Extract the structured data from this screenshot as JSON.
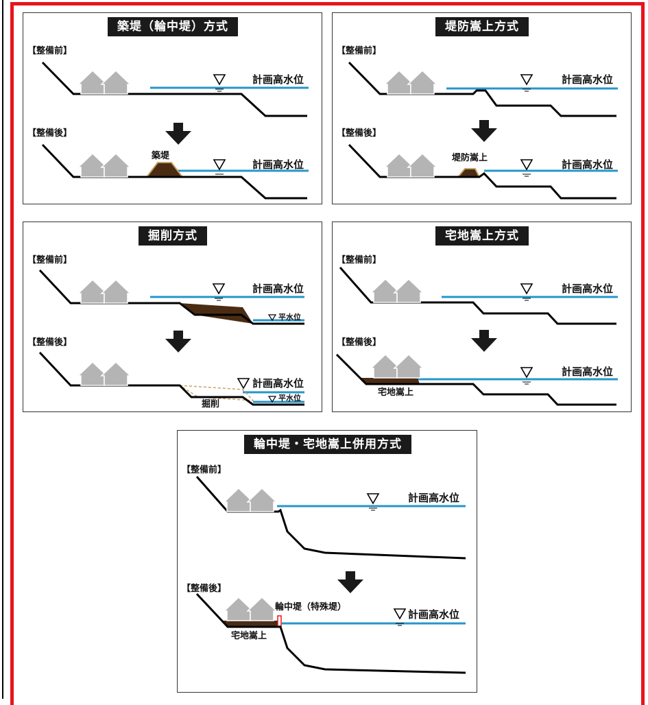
{
  "panels": {
    "tsukitei": {
      "title": "築堤（輪中堤）方式",
      "before": "【整備前】",
      "after": "【整備後】",
      "water_level": "計画高水位",
      "work_label": "築堤"
    },
    "kasaage": {
      "title": "堤防嵩上方式",
      "before": "【整備前】",
      "after": "【整備後】",
      "water_level": "計画高水位",
      "work_label": "堤防嵩上"
    },
    "kussaku": {
      "title": "掘削方式",
      "before": "【整備前】",
      "after": "【整備後】",
      "water_level": "計画高水位",
      "normal_level": "平水位",
      "work_label": "掘削"
    },
    "takuchi": {
      "title": "宅地嵩上方式",
      "before": "【整備前】",
      "after": "【整備後】",
      "water_level": "計画高水位",
      "work_label": "宅地嵩上"
    },
    "heiyou": {
      "title": "輪中堤・宅地嵩上併用方式",
      "before": "【整備前】",
      "after": "【整備後】",
      "water_level": "計画高水位",
      "levee_label": "輪中堤（特殊堤）",
      "work_label": "宅地嵩上"
    }
  },
  "colors": {
    "frame": "#e8141c",
    "water": "#2596c8",
    "earth": "#4a2c14",
    "embankment": "#7a5a3a",
    "house": "#b4b4b4",
    "arrow": "#1a1a1a"
  },
  "icons": [
    "house-icon",
    "water-level-triangle-icon",
    "down-arrow-icon"
  ]
}
